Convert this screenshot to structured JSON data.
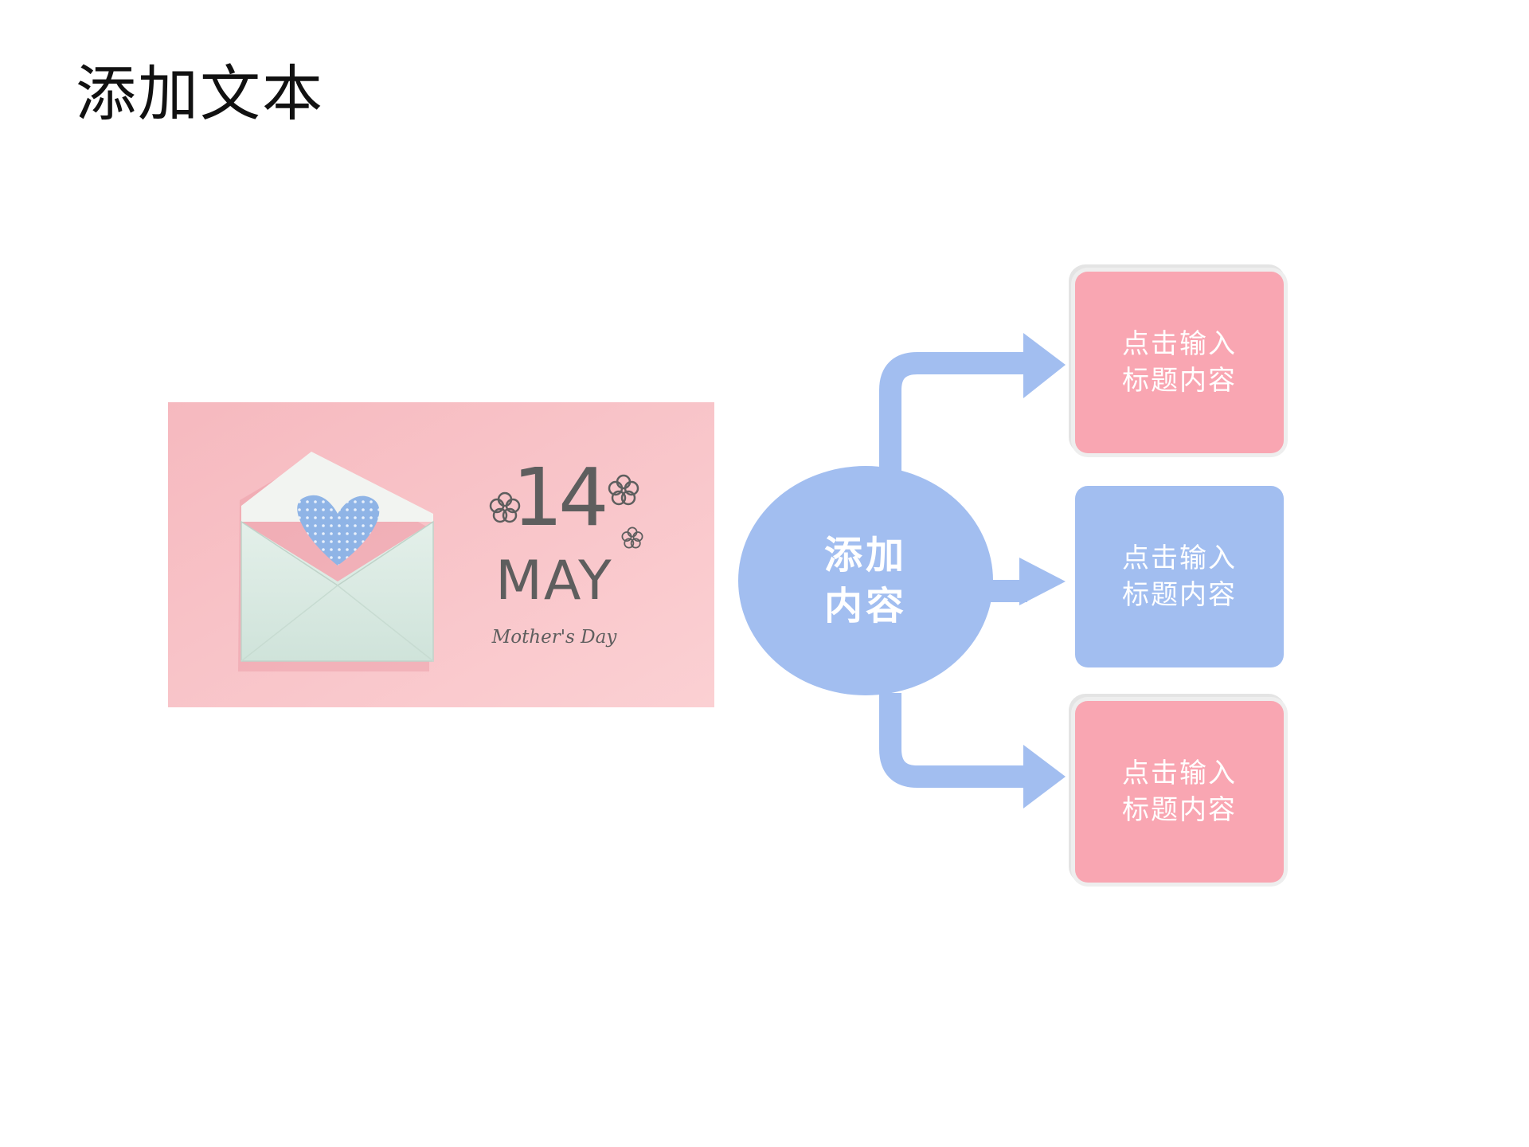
{
  "page": {
    "title": "添加文本"
  },
  "photo": {
    "day": "14",
    "month": "MAY",
    "caption": "Mother's Day"
  },
  "diagram": {
    "hub": {
      "lines": [
        "添加",
        "内容"
      ]
    },
    "boxes": [
      {
        "lines": [
          "点击输入",
          "标题内容"
        ],
        "color": "#f9a6b2"
      },
      {
        "lines": [
          "点击输入",
          "标题内容"
        ],
        "color": "#a2bef0"
      },
      {
        "lines": [
          "点击输入",
          "标题内容"
        ],
        "color": "#f9a6b2"
      }
    ]
  },
  "colors": {
    "pink": "#f9a6b2",
    "blue": "#a2bef0",
    "photo_background": "#f8c5ca"
  }
}
